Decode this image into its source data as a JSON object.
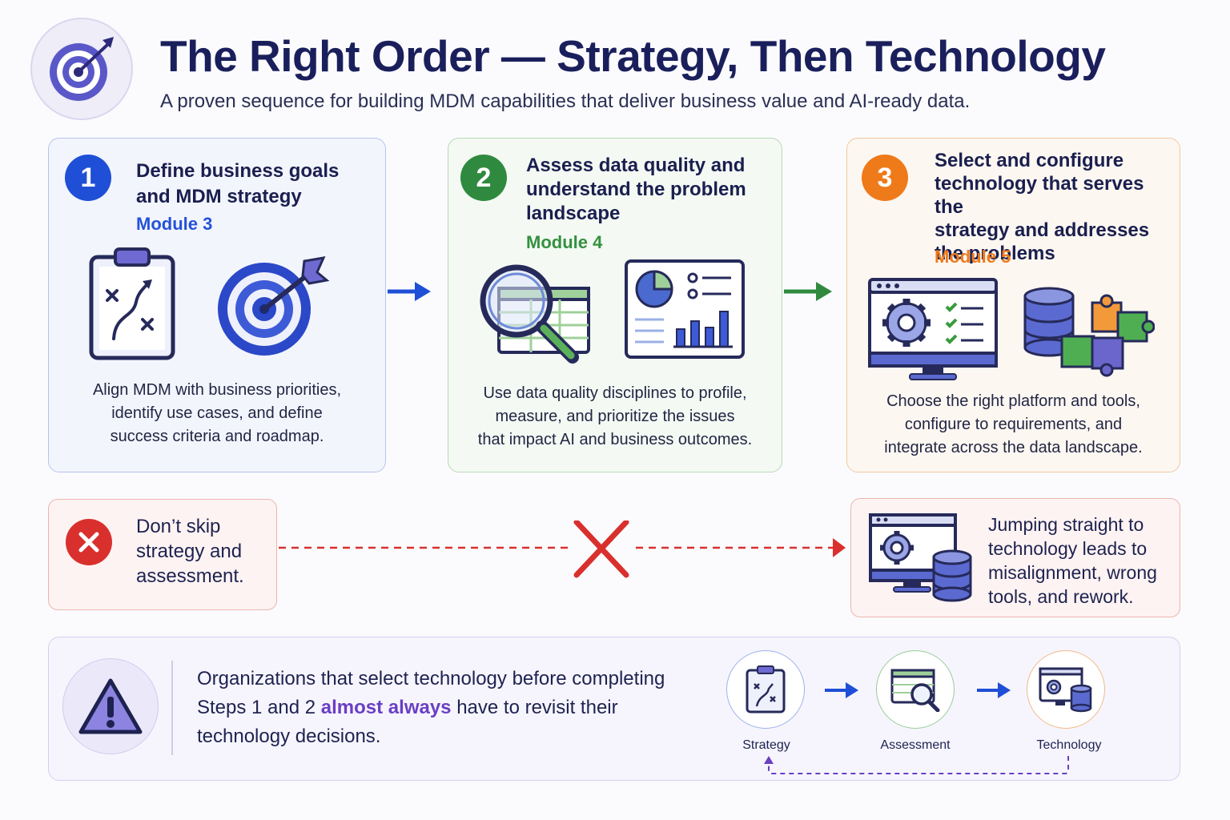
{
  "header": {
    "title": "The Right Order — Strategy, Then Technology",
    "subtitle": "A proven sequence for building MDM capabilities that deliver business value and AI-ready data."
  },
  "steps": [
    {
      "number": "1",
      "title_lines": [
        "Define business goals",
        "and MDM strategy"
      ],
      "module": "Module 3",
      "desc_lines": [
        "Align MDM with business priorities,",
        "identify use cases, and define",
        "success criteria and roadmap."
      ],
      "color": "#1f4fd6"
    },
    {
      "number": "2",
      "title_lines": [
        "Assess data quality and",
        "understand the problem",
        "landscape"
      ],
      "module": "Module 4",
      "desc_lines": [
        "Use data quality disciplines to profile,",
        "measure, and prioritize the issues",
        "that impact AI and business outcomes."
      ],
      "color": "#2f8a3f"
    },
    {
      "number": "3",
      "title_lines": [
        "Select and configure",
        "technology that serves the",
        "strategy and addresses",
        "the problems"
      ],
      "module": "Module 5",
      "desc_lines": [
        "Choose the right platform and tools,",
        "configure to requirements, and",
        "integrate across the data landscape."
      ],
      "color": "#ef7a1a"
    }
  ],
  "warning": {
    "left_lines": [
      "Don’t skip",
      "strategy and",
      "assessment."
    ],
    "right_lines": [
      "Jumping straight to",
      "technology leads to",
      "misalignment, wrong",
      "tools, and rework."
    ],
    "color": "#d9302e"
  },
  "bottom": {
    "text_before": "Organizations that select technology before completing",
    "text_line2_before": "Steps 1 and 2 ",
    "emphasis": "almost always",
    "text_line2_after": " have to revisit their",
    "text_line3": "technology decisions.",
    "flow": [
      "Strategy",
      "Assessment",
      "Technology"
    ],
    "accent": "#6a3fc4"
  },
  "icons": [
    "target-icon",
    "clipboard-strategy-icon",
    "magnifier-spreadsheet-icon",
    "dashboard-chart-icon",
    "monitor-gear-icon",
    "database-puzzle-icon",
    "error-x-icon",
    "warning-triangle-icon"
  ]
}
